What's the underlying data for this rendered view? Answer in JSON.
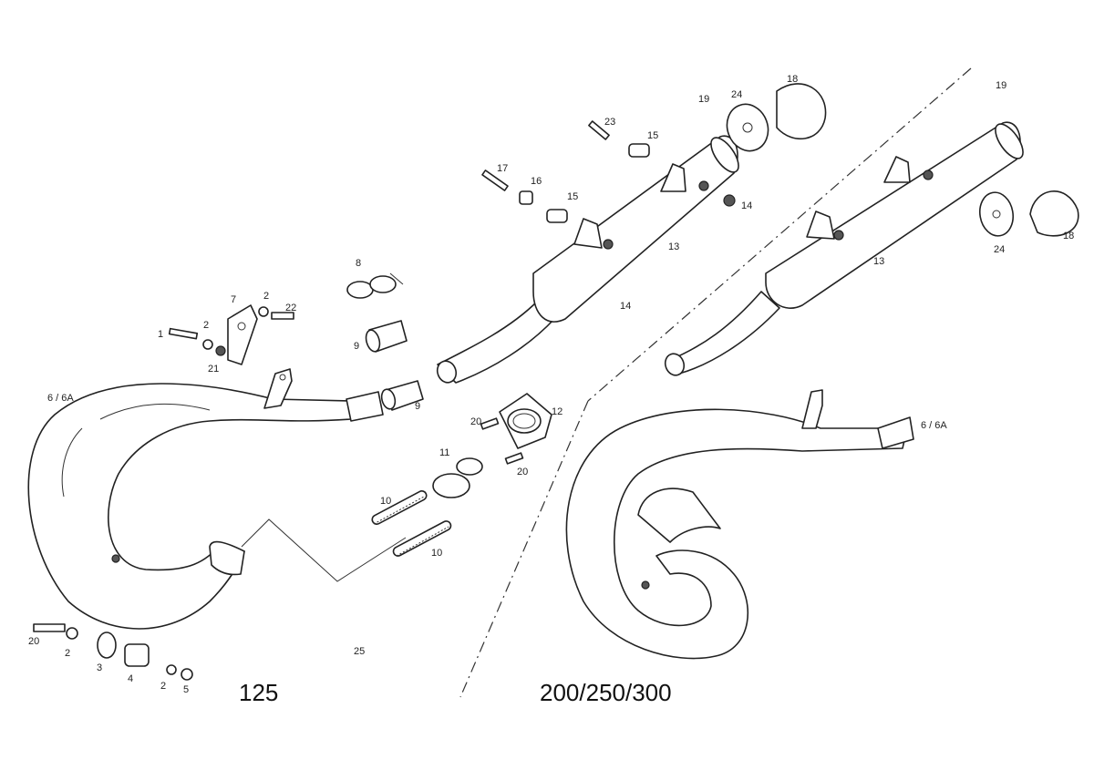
{
  "labels": {
    "l1": "1",
    "l2a": "2",
    "l2b": "2",
    "l2c": "2",
    "l2d": "2",
    "l3": "3",
    "l4": "4",
    "l5": "5",
    "l6a": "6 / 6A",
    "l6b": "6 / 6A",
    "l7": "7",
    "l8": "8",
    "l9a": "9",
    "l9b": "9",
    "l10a": "10",
    "l10b": "10",
    "l11": "11",
    "l12": "12",
    "l13a": "13",
    "l13b": "13",
    "l14a": "14",
    "l14b": "14",
    "l15a": "15",
    "l15b": "15",
    "l16": "16",
    "l17": "17",
    "l18a": "18",
    "l18b": "18",
    "l19a": "19",
    "l19b": "19",
    "l20a": "20",
    "l20b": "20",
    "l20c": "20",
    "l21": "21",
    "l22": "22",
    "l23": "23",
    "l24a": "24",
    "l24b": "24",
    "l25": "25"
  },
  "variants": {
    "left": "125",
    "right": "200/250/300"
  }
}
